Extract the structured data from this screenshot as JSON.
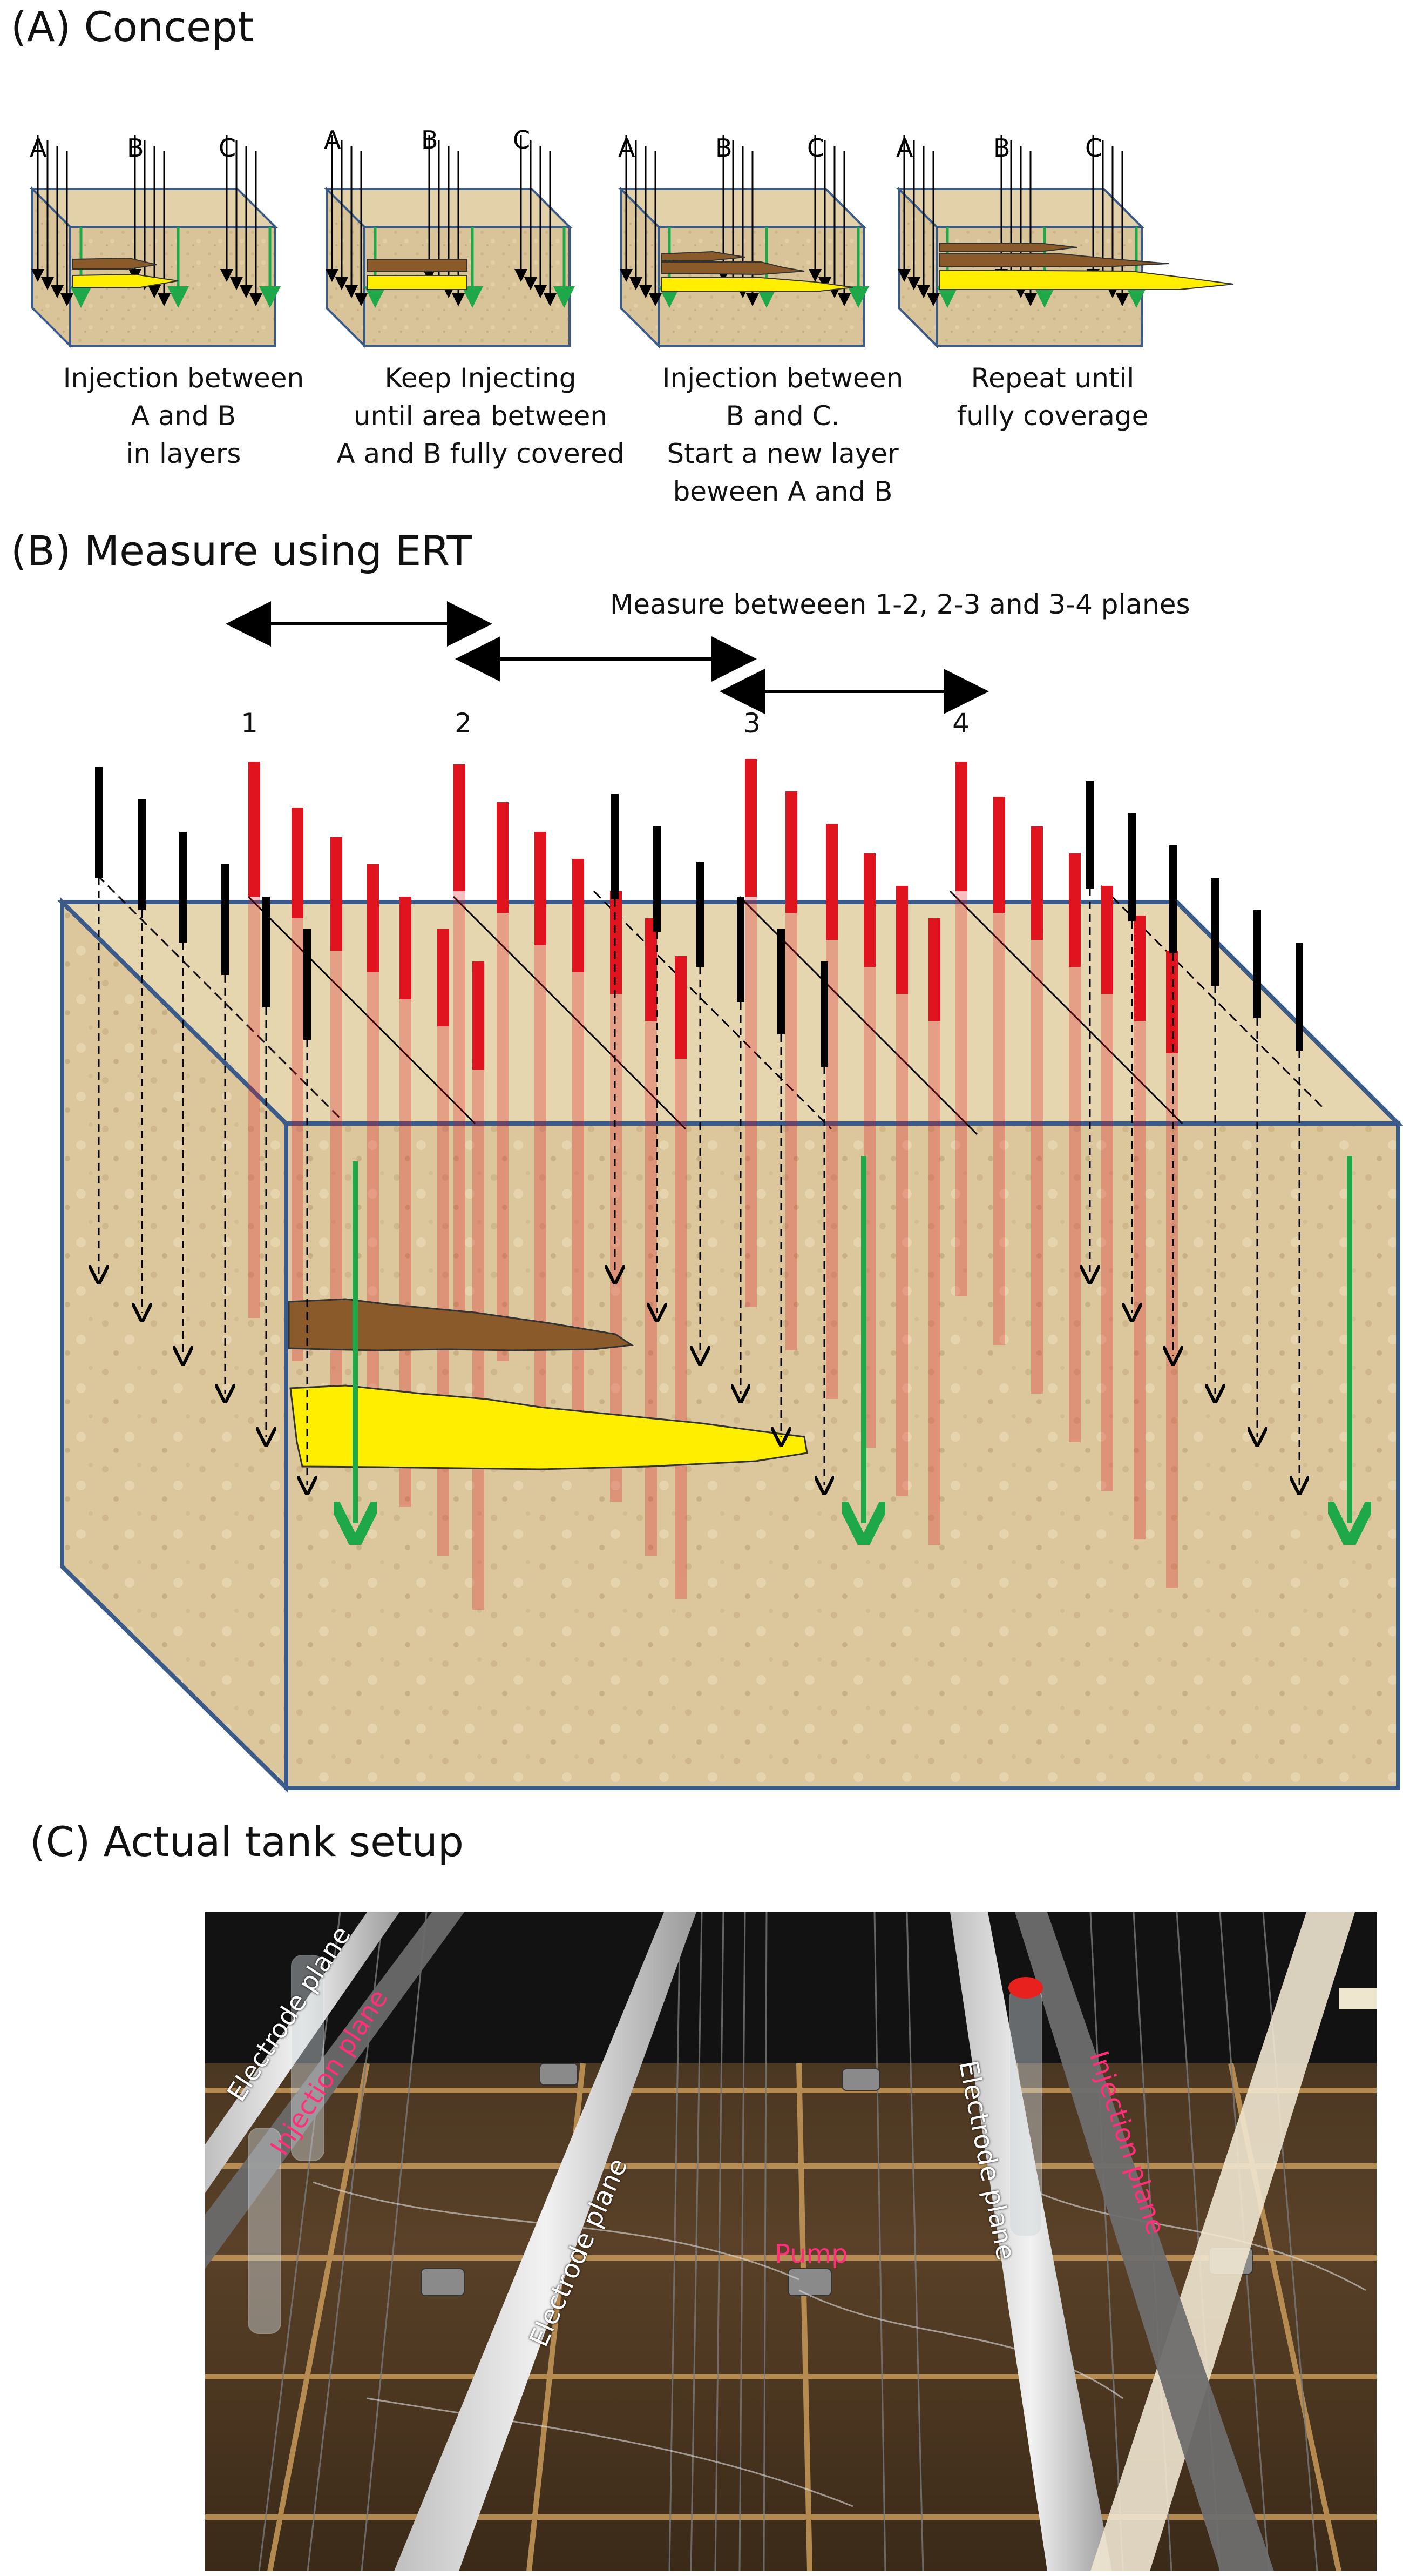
{
  "panels": {
    "a": {
      "heading": "(A) Concept",
      "column_labels": [
        "A",
        "B",
        "C"
      ],
      "steps": [
        {
          "caption": [
            "Injection between",
            "A and B",
            "in layers"
          ]
        },
        {
          "caption": [
            "Keep Injecting",
            "until area between",
            "A and B fully covered"
          ]
        },
        {
          "caption": [
            "Injection between",
            "B and C.",
            "Start a new layer",
            "beween A and B"
          ]
        },
        {
          "caption": [
            "Repeat until",
            "fully coverage"
          ]
        }
      ]
    },
    "b": {
      "heading": "(B) Measure using ERT",
      "note": "Measure betweeen 1-2, 2-3 and 3-4 planes",
      "planes": [
        "1",
        "2",
        "3",
        "4"
      ]
    },
    "c": {
      "heading": "(C) Actual tank setup",
      "labels": {
        "electrode_1": "Electrode plane",
        "injection_1": "Injection plane",
        "electrode_2": "Electrode plane",
        "pump": "Pump",
        "electrode_3": "Electrode plane",
        "injection_2": "Injection plane"
      }
    }
  },
  "colors": {
    "sand": "#d9c49a",
    "tank_edge": "#3a5a8a",
    "injection_rod": "#e0141e",
    "electrode_rod": "#000000",
    "flow_arrow": "#1fa84a",
    "clay_layer": "#8b5a2b",
    "grout_layer": "#ffee00"
  }
}
